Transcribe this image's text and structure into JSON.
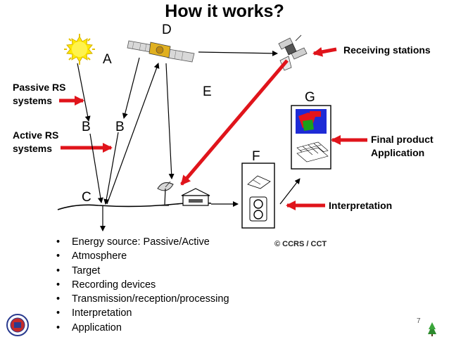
{
  "title": "How it works?",
  "labels": {
    "A": "A",
    "B1": "B",
    "B2": "B",
    "C": "C",
    "D": "D",
    "E": "E",
    "F": "F",
    "G": "G"
  },
  "side_labels": {
    "receiving_stations": "Receiving stations",
    "passive_rs_line1": "Passive RS",
    "passive_rs_line2": "systems",
    "active_rs_line1": "Active RS",
    "active_rs_line2": "systems",
    "final_product_line1": "Final product",
    "final_product_line2": "Application",
    "interpretation": "Interpretation"
  },
  "bullets": [
    "Energy source: Passive/Active",
    "Atmosphere",
    "Target",
    "Recording devices",
    "Transmission/reception/processing",
    "Interpretation",
    "Application"
  ],
  "credit": "© CCRS / CCT",
  "page_number": "7",
  "colors": {
    "arrow_red": "#e0141b",
    "sun_yellow": "#ffe800",
    "line_black": "#000000"
  },
  "icons": [
    "sun-icon",
    "satellite-icon",
    "relay-satellite-icon",
    "dish-antenna-icon",
    "ground-station-icon",
    "interpretation-panel-icon",
    "final-product-icon",
    "seal-logo-icon",
    "tree-logo-icon"
  ]
}
